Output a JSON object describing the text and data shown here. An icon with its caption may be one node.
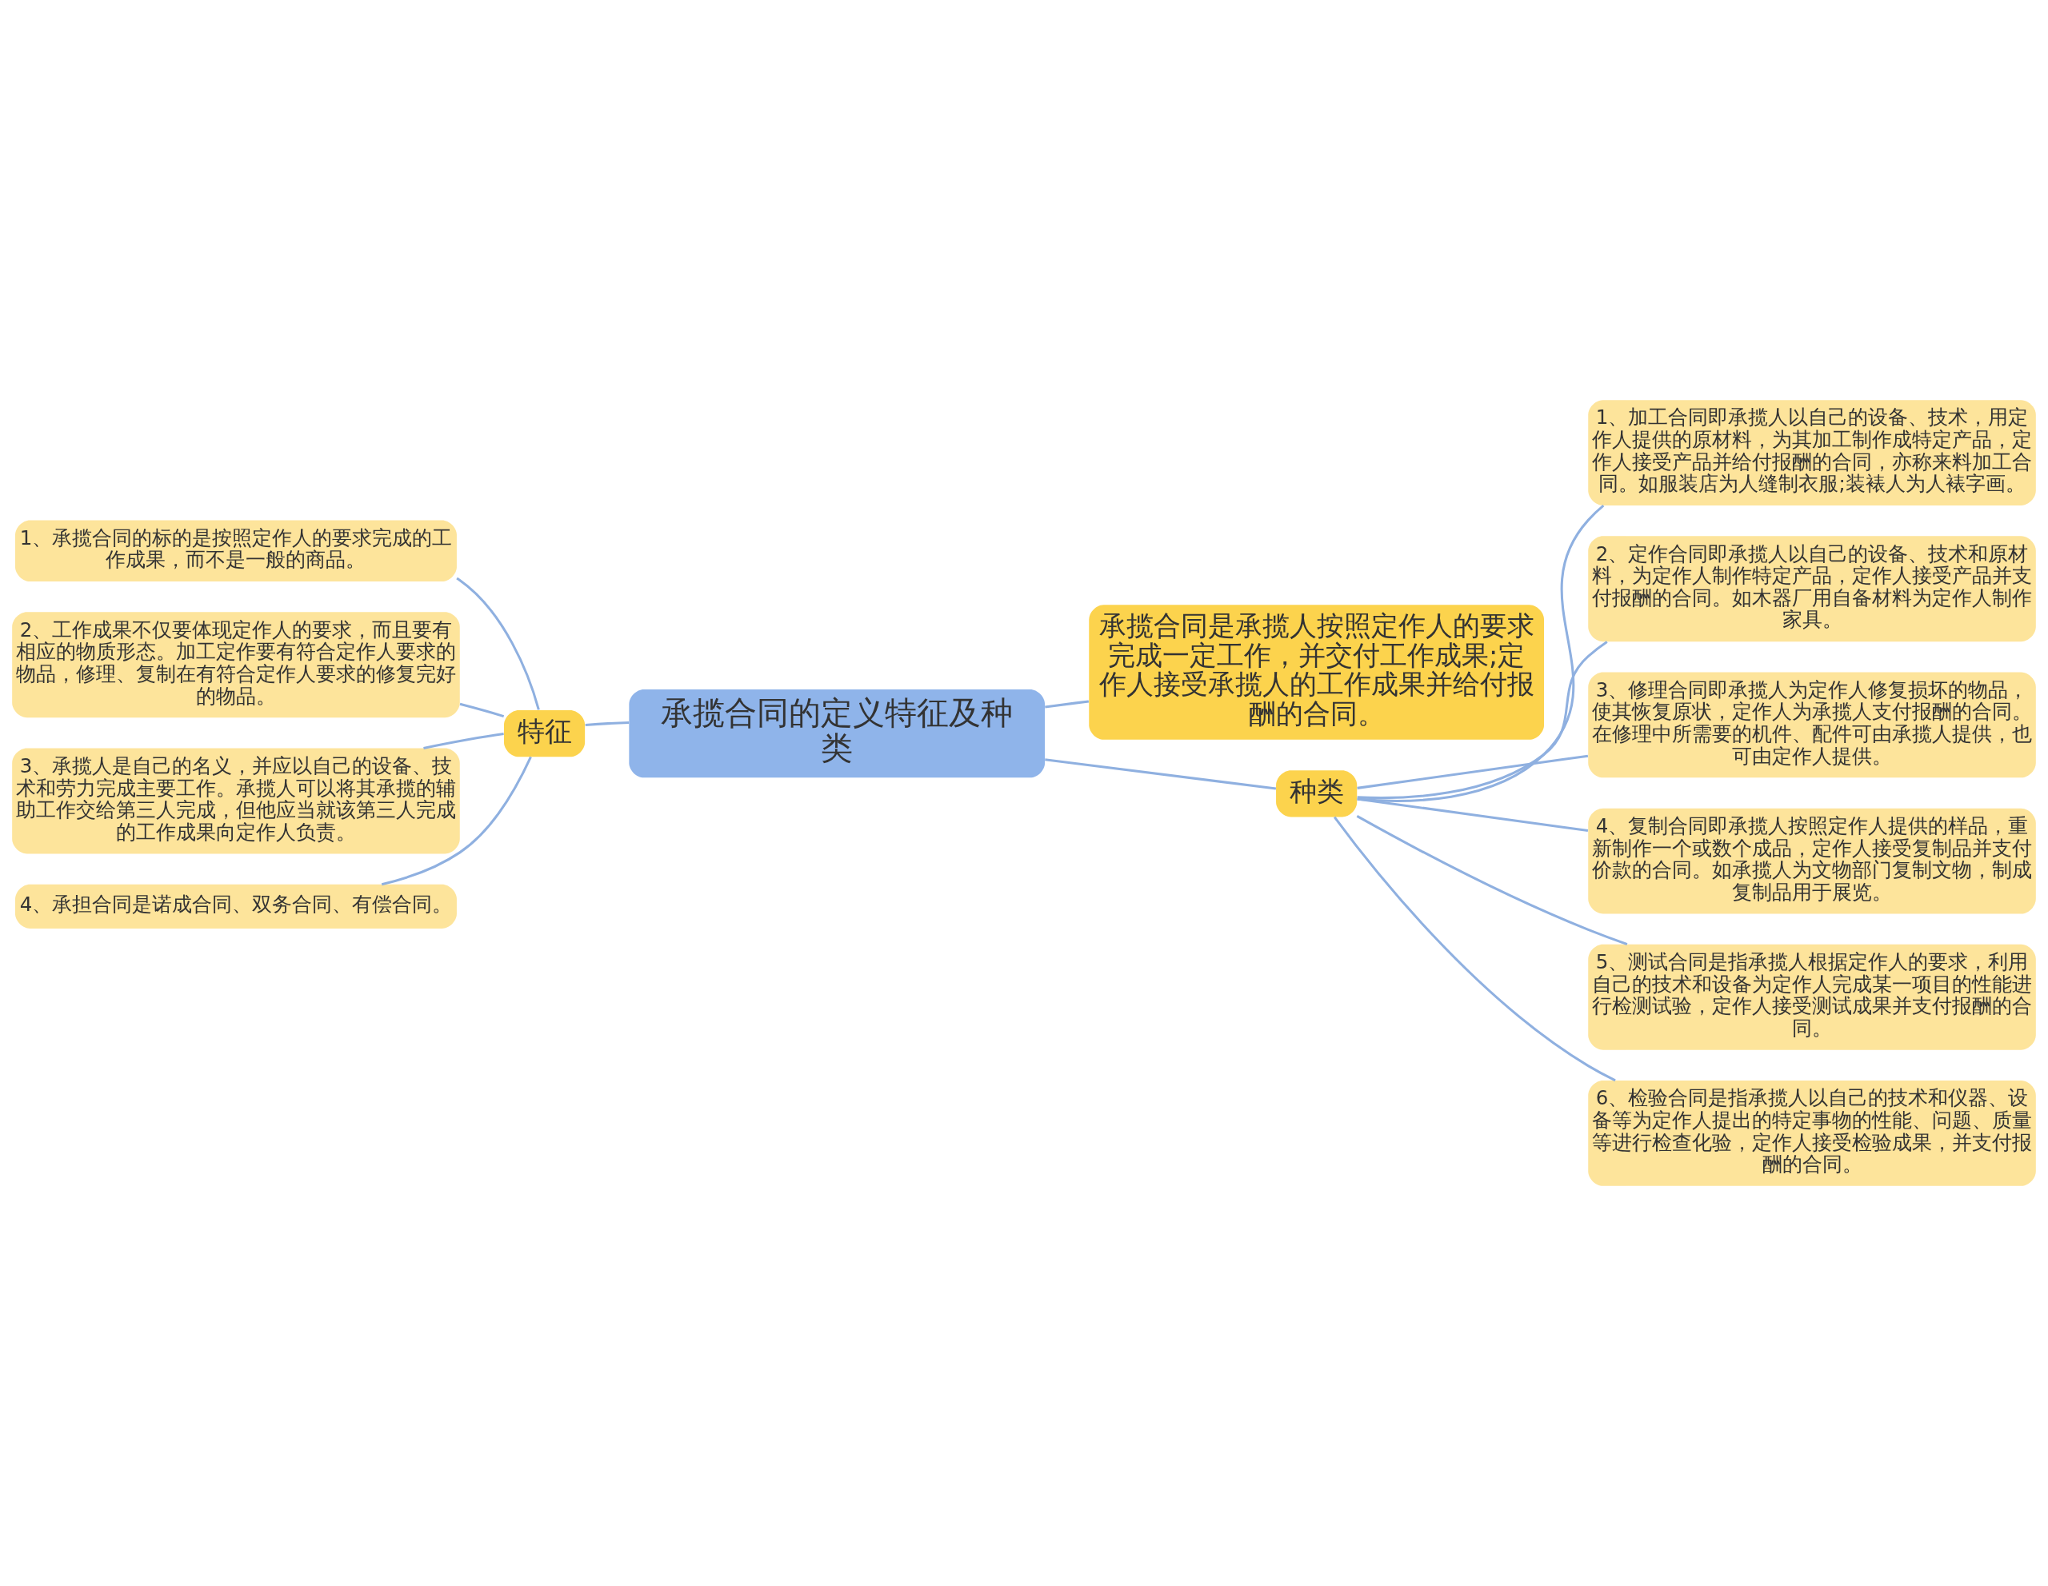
{
  "diagram": {
    "nodes": [
      {
        "text": [
          "承揽合同的定义特征及种类"
        ]
      },
      {
        "text": [
          "特征"
        ]
      },
      {
        "text": [
          "1、承揽合同的标的是按照定作人的要求完成的工作成果，而不是一般的商品。"
        ]
      },
      {
        "text": [
          "2、工作成果不仅要体现定作人的要求，而且要有相应的物质形态。加工定作要有符合定作人要求的物品，修理、复制在有符合定作人要求的修复完好的物品。"
        ]
      },
      {
        "text": [
          "3、承揽人是自己的名义，并应以自己的设备、技术和劳力完成主要工作。承揽人可以将其承揽的辅助工作交给第三人完成，但他应当就该第三人完成的工作成果向定作人负责。"
        ]
      },
      {
        "text": [
          "4、承担合同是诺成合同、双务合同、有偿合同。"
        ]
      },
      {
        "text": [
          "承揽合同是承揽人按照定作人的要求完成一定工作，并交付工作成果;定作人接受承揽人的工作成果并给付报酬的合同。"
        ]
      },
      {
        "text": [
          "种类"
        ]
      },
      {
        "text": [
          "1、加工合同即承揽人以自己的设备、技术，用定作人提供的原材料，为其加工制作成特定产品，定作人接受产品并给付报酬的合同，亦称来料加工合同。如服装店为人缝制衣服;装裱人为人裱字画。"
        ]
      },
      {
        "text": [
          "2、定作合同即承揽人以自己的设备、技术和原材料，为定作人制作特定产品，定作人接受产品并支付报酬的合同。如木器厂用自备材料为定作人制作家具。"
        ]
      },
      {
        "text": [
          "3、修理合同即承揽人为定作人修复损坏的物品，使其恢复原状，定作人为承揽人支付报酬的合同。在修理中所需要的机件、配件可由承揽人提供，也可由定作人提供。"
        ]
      },
      {
        "text": [
          "4、复制合同即承揽人按照定作人提供的样品，重新制作一个或数个成品，定作人接受复制品并支付价款的合同。如承揽人为文物部门复制文物，制成复制品用于展览。"
        ]
      },
      {
        "text": [
          "5、测试合同是指承揽人根据定作人的要求，利用自己的技术和设备为定作人完成某一项目的性能进行检测试验，定作人接受测试成果并支付报酬的合同。"
        ]
      },
      {
        "text": [
          "6、检验合同是指承揽人以自己的技术和仪器、设备等为定作人提出的特定事物的性能、问题、质量等进行检查化验，定作人接受检验成果，并支付报酬的合同。"
        ]
      }
    ],
    "edges": [
      {
        "from": 0,
        "to": 1,
        "arrow": "none"
      },
      {
        "from": 1,
        "to": 2,
        "arrow": "none"
      },
      {
        "from": 1,
        "to": 3,
        "arrow": "none"
      },
      {
        "from": 1,
        "to": 4,
        "arrow": "none"
      },
      {
        "from": 1,
        "to": 5,
        "arrow": "none"
      },
      {
        "from": 0,
        "to": 6,
        "arrow": "none"
      },
      {
        "from": 0,
        "to": 7,
        "arrow": "none"
      },
      {
        "from": 7,
        "to": 8,
        "arrow": "none"
      },
      {
        "from": 7,
        "to": 9,
        "arrow": "none"
      },
      {
        "from": 7,
        "to": 10,
        "arrow": "none"
      },
      {
        "from": 7,
        "to": 11,
        "arrow": "none"
      },
      {
        "from": 7,
        "to": 12,
        "arrow": "none"
      },
      {
        "from": 7,
        "to": 13,
        "arrow": "none"
      }
    ]
  }
}
